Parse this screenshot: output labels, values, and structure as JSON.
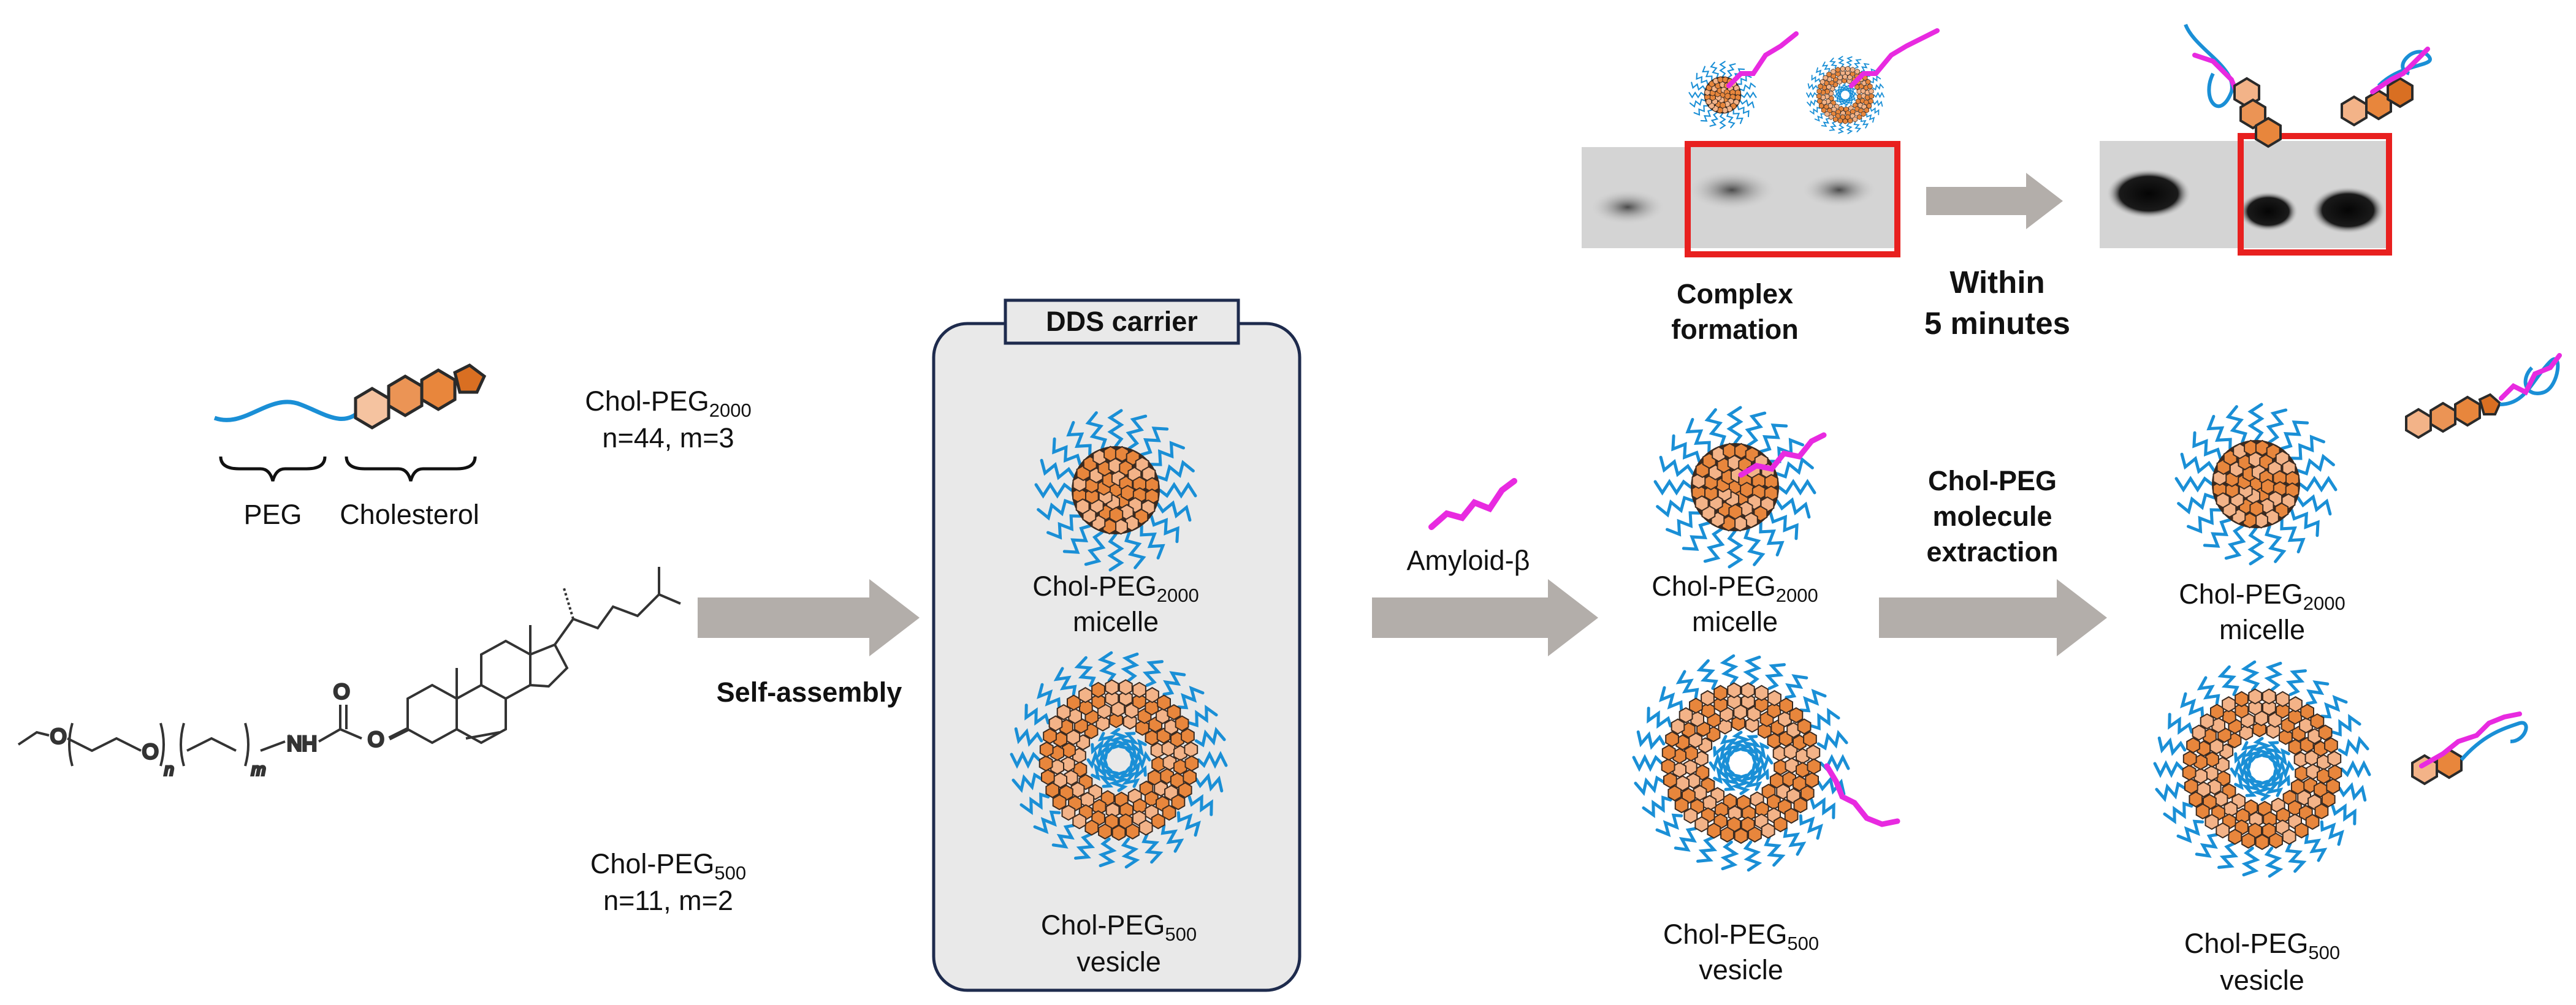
{
  "schematic": {
    "peg_label": "PEG",
    "cholesterol_label": "Cholesterol"
  },
  "structure": {
    "nh_label": "NH",
    "o_label": "O",
    "n_sub": "n",
    "m_sub": "m"
  },
  "variants": {
    "peg2000": {
      "name": "Chol-PEG",
      "sub": "2000",
      "params": "n=44, m=3"
    },
    "peg500": {
      "name": "Chol-PEG",
      "sub": "500",
      "params": "n=11, m=2"
    }
  },
  "steps": {
    "self_assembly": "Self-assembly",
    "amyloid": "Amyloid-β",
    "complex_formation": [
      "Complex",
      "formation"
    ],
    "within": [
      "Within",
      "5 minutes"
    ],
    "extraction": [
      "Chol-PEG",
      "molecule",
      "extraction"
    ]
  },
  "carrier": {
    "title": "DDS carrier"
  },
  "assemblies": {
    "name": "Chol-PEG",
    "micelle_sub": "2000",
    "vesicle_sub": "500",
    "micelle": "micelle",
    "vesicle": "vesicle"
  },
  "colors": {
    "peg_blue": "#1a8fd6",
    "chol_orange": "#e8863c",
    "chol_light": "#f3b388",
    "amyloid_magenta": "#e82ae0",
    "gel_box_red": "#e8201f",
    "arrow_gray": "#b3aeaa",
    "carrier_fill": "#e9e9e9",
    "carrier_border": "#1e2b4d"
  }
}
